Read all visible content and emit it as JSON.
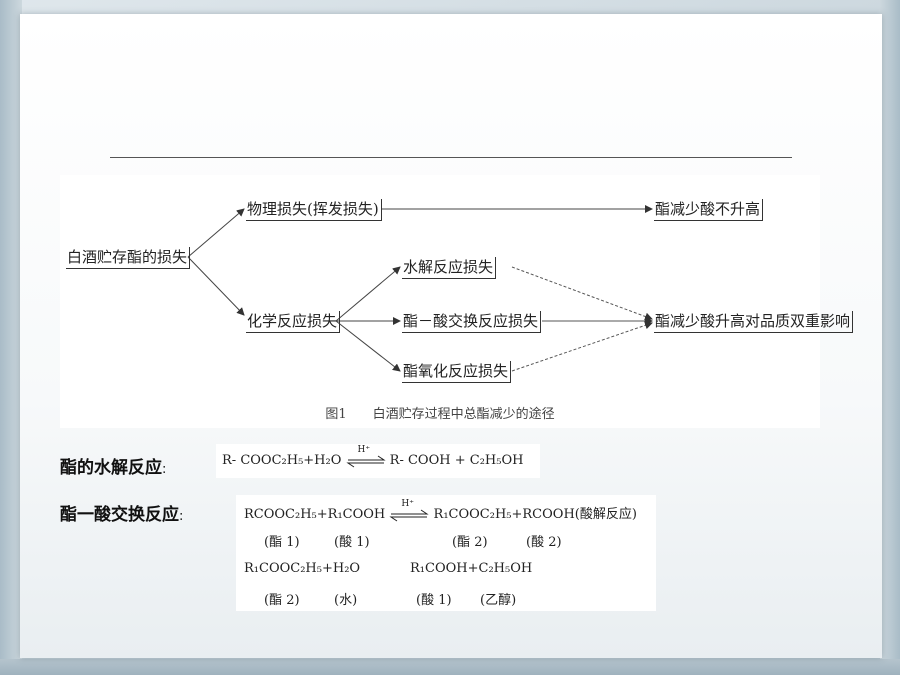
{
  "diagram": {
    "root": "白酒贮存酯的损失",
    "physical": "物理损失(挥发损失)",
    "physical_result": "酯减少酸不升高",
    "chemical": "化学反应损失",
    "hydrolysis": "水解反应损失",
    "exchange": "酯－酸交换反应损失",
    "oxidation": "酯氧化反应损失",
    "chemical_result": "酯减少酸升高对品质双重影响",
    "caption": "图1　　白酒贮存过程中总酯减少的途径"
  },
  "hydrolysis_eq": {
    "label": "酯的水解反应",
    "colon": ":",
    "lhs": "R- COOC₂H₅+H₂O",
    "catalyst": "H⁺",
    "rhs": "R- COOH  +  C₂H₅OH"
  },
  "exchange_eq": {
    "label": "酯一酸交换反应",
    "colon": ":",
    "line1_lhs": "RCOOC₂H₅+R₁COOH",
    "line1_catalyst": "H⁺",
    "line1_rhs": "R₁COOC₂H₅+RCOOH",
    "line1_note": "(酸解反应)",
    "line2": [
      "(酯 1)",
      "(酸 1)",
      "(酯 2)",
      "(酸 2)"
    ],
    "line3_lhs": "R₁COOC₂H₅+H₂O",
    "line3_rhs": "R₁COOH+C₂H₅OH",
    "line4": [
      "(酯 2)",
      "(水)",
      "(酸 1)",
      "(乙醇)"
    ]
  }
}
